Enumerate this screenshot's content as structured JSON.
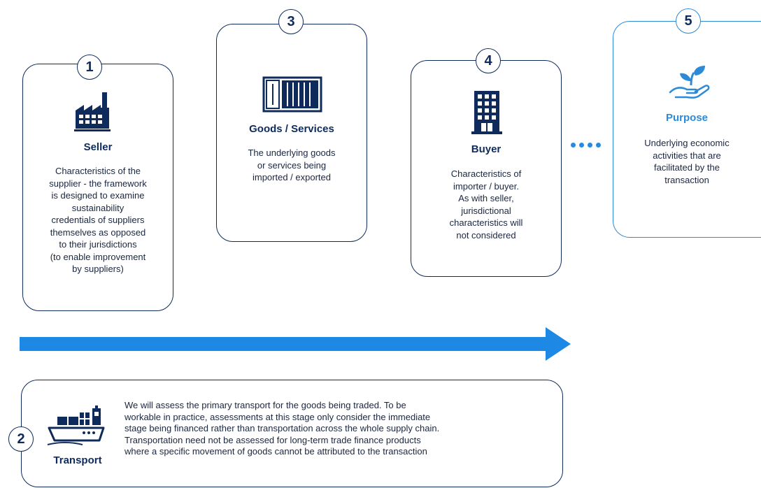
{
  "steps": [
    {
      "number": "1",
      "title": "Seller",
      "lines": [
        "Characteristics of the",
        "supplier - the framework",
        "is designed to examine",
        "sustainability",
        "credentials of suppliers",
        "themselves as opposed",
        "to their jurisdictions",
        "(to enable improvement",
        "by suppliers)"
      ],
      "icon": "factory-icon"
    },
    {
      "number": "3",
      "title": "Goods / Services",
      "lines": [
        "The underlying goods",
        "or services being",
        "imported / exported"
      ],
      "icon": "shipping-container-icon"
    },
    {
      "number": "4",
      "title": "Buyer",
      "lines": [
        "Characteristics of",
        "importer / buyer.",
        "As with seller,",
        "jurisdictional",
        "characteristics will",
        "not considered"
      ],
      "icon": "building-icon"
    },
    {
      "number": "5",
      "title": "Purpose",
      "lines": [
        "Underlying economic",
        "activities that are",
        "facilitated by the",
        "transaction"
      ],
      "icon": "hand-plant-icon"
    }
  ],
  "transport": {
    "number": "2",
    "title": "Transport",
    "icon": "cargo-ship-icon",
    "lines": [
      "We will assess the primary transport for the goods being traded. To be",
      "workable in practice, assessments at this stage only consider the immediate",
      "stage being financed rather than transportation across the whole supply chain.",
      "Transportation need not be assessed for long-term trade finance products",
      "where a specific movement of goods cannot be attributed to the transaction"
    ]
  },
  "colors": {
    "navy": "#0f2b5b",
    "blue": "#2d8ad8",
    "arrow": "#1e88e5"
  }
}
